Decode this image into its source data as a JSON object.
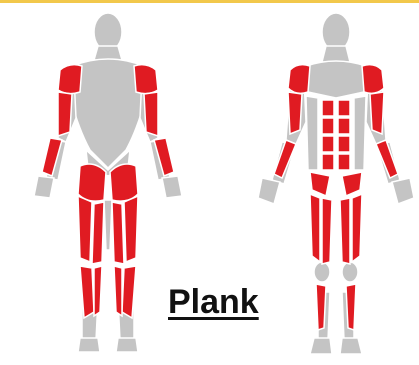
{
  "exercise": {
    "name": "Plank"
  },
  "figures": [
    {
      "view": "back",
      "icon": "muscle-map-back-view"
    },
    {
      "view": "front",
      "icon": "muscle-map-front-view"
    }
  ],
  "colors": {
    "target_muscle": "#e01b22",
    "body": "#c4c4c4",
    "highlight": "#d9d9d9",
    "background": "#ffffff",
    "top_rule": "#f2c84b",
    "title": "#111111"
  }
}
